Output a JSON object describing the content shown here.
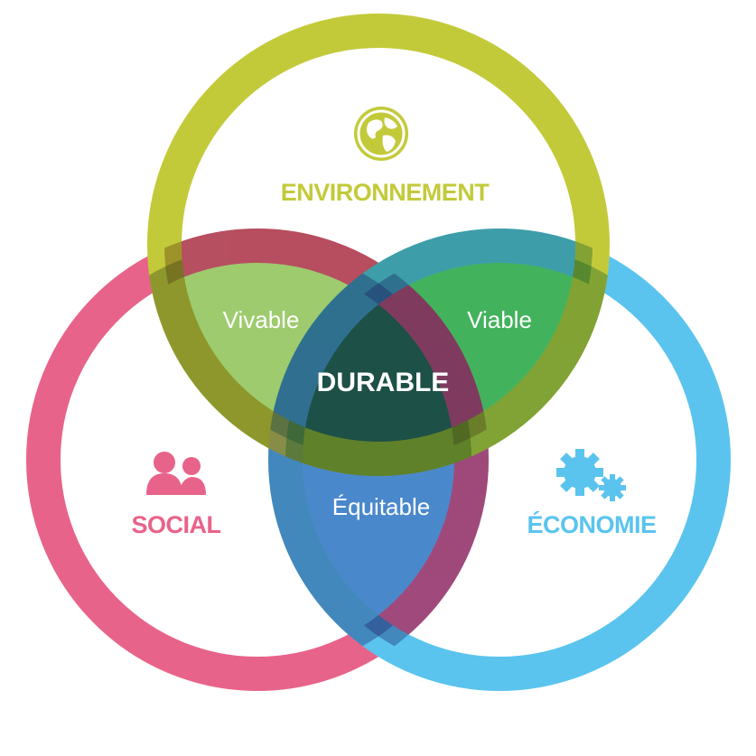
{
  "diagram": {
    "sets": {
      "environment": {
        "label": "ENVIRONNEMENT",
        "color": "#c3ca3a",
        "icon": "globe-icon"
      },
      "social": {
        "label": "SOCIAL",
        "color": "#e8638a",
        "icon": "people-icon"
      },
      "economy": {
        "label": "ÉCONOMIE",
        "color": "#5ac4ee",
        "icon": "gears-icon"
      }
    },
    "intersections": {
      "environment_social": {
        "label": "Vivable",
        "color": "#9dcb6e"
      },
      "environment_economy": {
        "label": "Viable",
        "color": "#43b25c"
      },
      "social_economy": {
        "label": "Équitable",
        "color": "#4a88cc"
      },
      "all": {
        "label": "DURABLE",
        "color": "#1d5047"
      }
    }
  }
}
